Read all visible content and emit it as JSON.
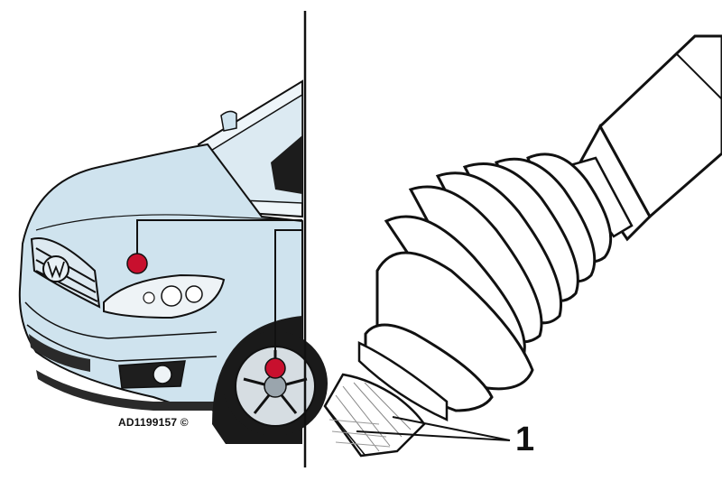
{
  "figure": {
    "reference_code": "AD1199157 ©",
    "callout_number": "1"
  },
  "colors": {
    "car_body": "#cfe3ee",
    "car_shade": "#a9c7d9",
    "marker_red": "#c8102e",
    "line": "#111111"
  },
  "icons": {
    "car_panel": "vw-suv-front-illustration",
    "driveshaft_panel": "cv-joint-boot-illustration"
  }
}
